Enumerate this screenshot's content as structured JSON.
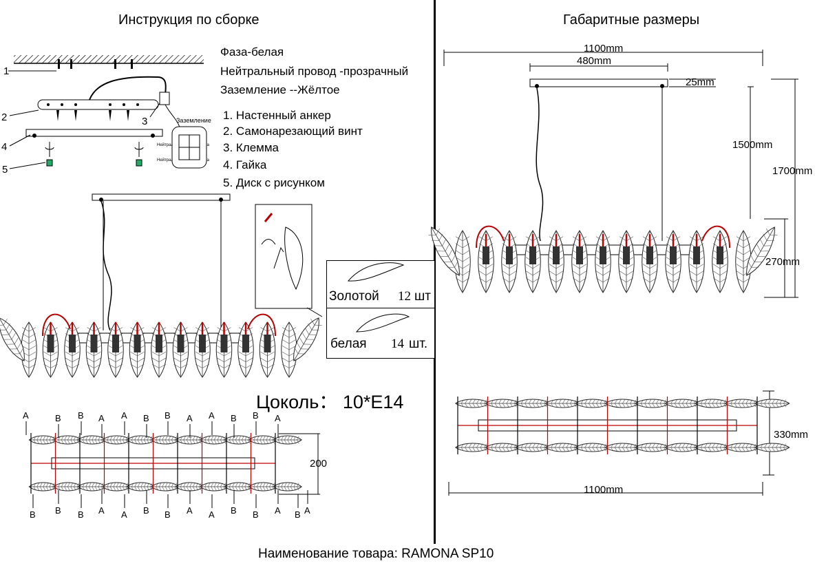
{
  "left": {
    "title": "Инструкция по сборке",
    "wires": {
      "phase": "Фаза-белая",
      "neutral": "Нейтральный провод -прозрачный",
      "ground": "Заземление --Жёлтое"
    },
    "parts": [
      "1. Настенный анкер",
      "2. Самонарезающий винт",
      "3. Клемма",
      "4. Гайка",
      "5. Диск с рисунком"
    ],
    "callouts": [
      "1",
      "2",
      "3",
      "4",
      "5"
    ],
    "terminal": {
      "title": "Заземление",
      "neutral_top": "Нейтральный провод",
      "neutral_bottom": "Нейтральный провод",
      "phase_top": "Фаза",
      "phase_bottom": "Фаза"
    },
    "glass": [
      {
        "label": "Золотой",
        "count": "12",
        "unit": "шт"
      },
      {
        "label": "белая",
        "count": "14",
        "unit": "шт."
      }
    ],
    "socket": "Цоколь： 10*E14",
    "dimension_200": "200",
    "top_letters": [
      "A",
      "B",
      "B",
      "A",
      "A",
      "B",
      "B",
      "A",
      "A",
      "B",
      "B",
      "A"
    ],
    "bottom_letters": [
      "B",
      "B",
      "B",
      "A",
      "A",
      "B",
      "B",
      "A",
      "A",
      "B",
      "B",
      "A",
      "B",
      "A"
    ]
  },
  "right": {
    "title": "Габаритные размеры",
    "dims": {
      "total_width": "1100mm",
      "canopy_width": "480mm",
      "canopy_height": "25mm",
      "cable": "1500mm",
      "total_height": "1700mm",
      "body_height": "270mm",
      "depth": "330mm",
      "bottom_width": "1100mm"
    }
  },
  "footer": "Наименование товара: RAMONA SP10"
}
